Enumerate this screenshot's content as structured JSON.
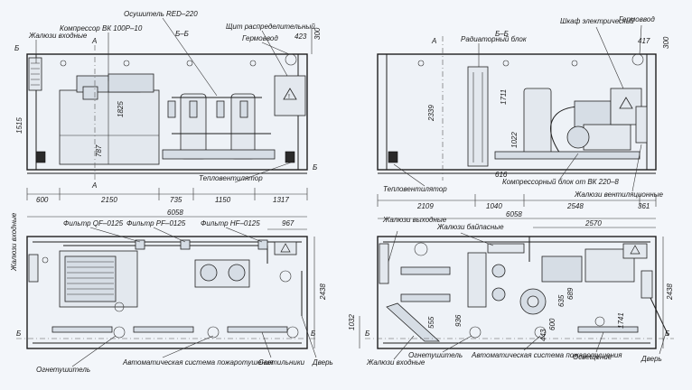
{
  "front_view": {
    "section_mark": "Б–Б",
    "labels": {
      "louvers_in": "Жалюзи входные",
      "compressor": "Компрессор ВК 100Р–10",
      "dryer": "Осушитель RED–220",
      "panel": "Щит распределительный",
      "hermetic": "Гермоввод",
      "heater": "Тепловентилятор"
    },
    "dims": {
      "d423": "423",
      "d300": "300",
      "d1515": "1515",
      "d1825": "1825",
      "d787": "787",
      "b600": "600",
      "b2150": "2150",
      "b735": "735",
      "b1150": "1150",
      "b1317": "1317",
      "total": "6058"
    },
    "marks": {
      "a_top": "А",
      "a_bot": "А",
      "b_left": "Б",
      "b_right": "Б"
    }
  },
  "side_view": {
    "section_mark": "Б–Б",
    "labels": {
      "radiator": "Радиаторный блок",
      "cabinet": "Шкаф электрический",
      "hermetic": "Гермоввод",
      "heater": "Тепловентилятор",
      "comp_block": "Компрессорный блок от ВК 220–8",
      "louvers_vent": "Жалюзи вентиляционные"
    },
    "dims": {
      "d417": "417",
      "d300": "300",
      "d2339": "2339",
      "d1711": "1711",
      "d1022": "1022",
      "d616": "616",
      "b2109": "2109",
      "b1040": "1040",
      "b2548": "2548",
      "b361": "361"
    },
    "marks": {
      "a": "А"
    }
  },
  "plan_left": {
    "labels": {
      "filter_qf": "Фильтр QF–0125",
      "filter_pf": "Фильтр PF–0125",
      "filter_hf": "Фильтр HF–0125",
      "louvers": "Жалюзи входные",
      "extinguisher": "Огнетушитель",
      "fire_system": "Автоматическая система пожаротушения",
      "lamps": "Светильники",
      "door": "Дверь"
    },
    "dims": {
      "d967": "967",
      "d2438": "2438",
      "total": "6058"
    },
    "marks": {
      "b_left": "Б",
      "b_right": "Б"
    }
  },
  "plan_right": {
    "labels": {
      "louvers_out": "Жалюзи выходные",
      "louvers_bypass": "Жалюзи байпасные",
      "louvers_in": "Жалюзи входные",
      "extinguisher": "Огнетушитель",
      "fire_system": "Автоматическая система пожаротушения",
      "lighting": "Освещение",
      "door": "Дверь"
    },
    "dims": {
      "d2570": "2570",
      "d2438": "2438",
      "d1032": "1032",
      "d555": "555",
      "d936": "936",
      "d443": "443",
      "d600": "600",
      "d635": "635",
      "d689": "689",
      "d1741": "1741"
    },
    "marks": {
      "b_left": "Б",
      "b_right": "Б"
    }
  }
}
